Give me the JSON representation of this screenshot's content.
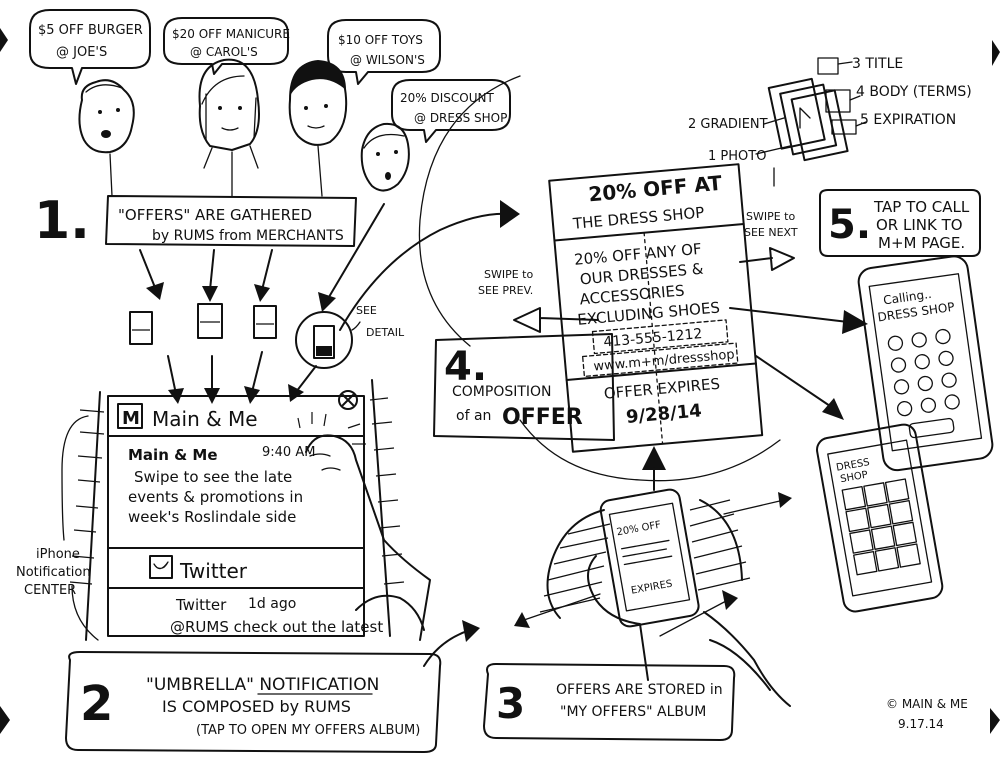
{
  "bubbles": [
    {
      "line1": "$5 OFF BURGER",
      "line2": "@ JOE'S"
    },
    {
      "line1": "$20 OFF MANICURE",
      "line2": "@ CAROL'S"
    },
    {
      "line1": "$10 OFF TOYS",
      "line2": "@ WILSON'S"
    },
    {
      "line1": "20% DISCOUNT",
      "line2": "@ DRESS SHOP"
    }
  ],
  "steps": {
    "s1": {
      "num": "1.",
      "line1": "\"OFFERS\" ARE GATHERED",
      "line2": "by RUMS from MERCHANTS"
    },
    "s2": {
      "num": "2",
      "line1": "\"UMBRELLA\" NOTIFICATION",
      "line2": "IS COMPOSED by RUMS",
      "line3": "(TAP TO OPEN MY OFFERS ALBUM)"
    },
    "s3": {
      "num": "3",
      "line1": "OFFERS ARE STORED in",
      "line2": "\"MY OFFERS\" ALBUM"
    },
    "s4": {
      "num": "4.",
      "line1": "COMPOSITION",
      "line2": "of an",
      "line3": "OFFER"
    },
    "s5": {
      "num": "5.",
      "line1": "TAP TO CALL",
      "line2": "OR LINK TO",
      "line3": "M+M PAGE."
    }
  },
  "see_detail": {
    "line1": "SEE",
    "line2": "DETAIL"
  },
  "side_label": {
    "line1": "iPhone",
    "line2": "Notification",
    "line3": "CENTER"
  },
  "notification": {
    "app1": {
      "badge": "M",
      "title": "Main & Me",
      "sender": "Main & Me",
      "time": "9:40 AM",
      "line1": "Swipe to see the late",
      "line2": "events & promotions in",
      "line3": "week's Roslindale side"
    },
    "app2": {
      "title": "Twitter",
      "sender": "Twitter",
      "time": "1d ago",
      "line1": "@RUMS check out the latest"
    }
  },
  "offer_card": {
    "headline1": "20% OFF AT",
    "headline2": "THE DRESS SHOP",
    "body1": "20% OFF ANY OF",
    "body2": "OUR DRESSES &",
    "body3": "ACCESSORIES",
    "body4": "EXCLUDING SHOES",
    "phone": "413-555-1212",
    "url": "www.m+m/dressshop",
    "expires_label": "OFFER EXPIRES",
    "expires_date": "9/28/14"
  },
  "swipe": {
    "prev1": "SWIPE to",
    "prev2": "SEE PREV.",
    "next1": "SWIPE to",
    "next2": "SEE NEXT"
  },
  "layers": {
    "l1": "1 PHOTO",
    "l2": "2 GRADIENT",
    "l3": "3 TITLE",
    "l4": "4 BODY (TERMS)",
    "l5": "5 EXPIRATION"
  },
  "phone_call": {
    "line1": "Calling..",
    "line2": "DRESS SHOP"
  },
  "phone_web": {
    "line1": "DRESS",
    "line2": "SHOP"
  },
  "phone_album": {
    "line1": "20% OFF",
    "line2": "EXPIRES"
  },
  "credit": {
    "line1": "© MAIN & ME",
    "line2": "9.17.14"
  }
}
